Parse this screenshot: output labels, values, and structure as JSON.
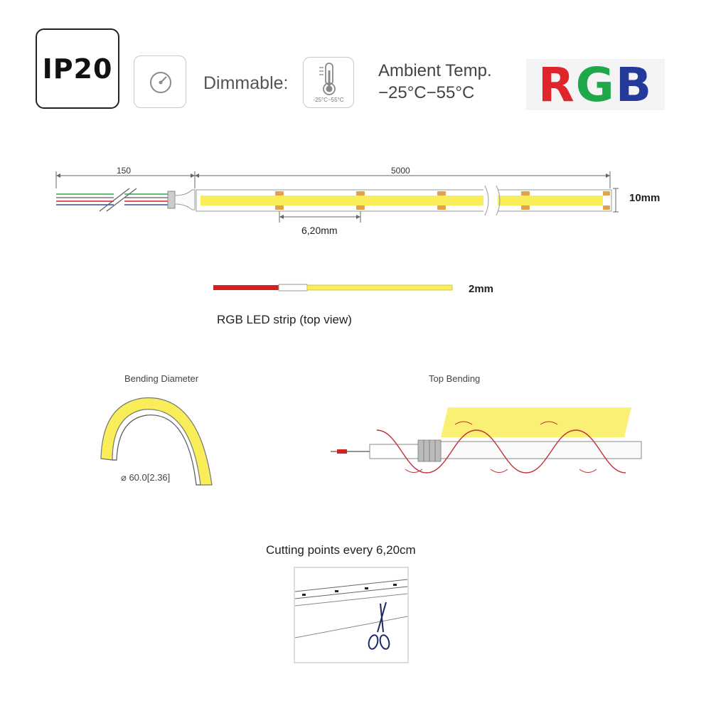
{
  "badges": {
    "ip_rating": "IP20",
    "dimmable_label": "Dimmable:",
    "temp_icon_range": "-25°C~55°C",
    "ambient_line1": "Ambient Temp.",
    "ambient_line2": "−25°C−55°C",
    "rgb_logo": {
      "r": "R",
      "g": "G",
      "b": "B"
    }
  },
  "strip_diagram": {
    "cable_length": "150",
    "strip_length": "5000",
    "height_label": "10mm",
    "pitch_label": "6,20mm",
    "thickness_label": "2mm",
    "caption": "RGB LED strip (top view)"
  },
  "bending": {
    "diameter_title": "Bending Diameter",
    "diameter_value": "⌀ 60.0[2.36]",
    "top_title": "Top Bending"
  },
  "cutting": {
    "caption": "Cutting points every 6,20cm"
  },
  "colors": {
    "led_yellow": "#f9ed5a",
    "wire_red": "#d42020",
    "rgb_red": "#e0242b",
    "rgb_green": "#1fa84a",
    "rgb_blue": "#243a9a"
  }
}
